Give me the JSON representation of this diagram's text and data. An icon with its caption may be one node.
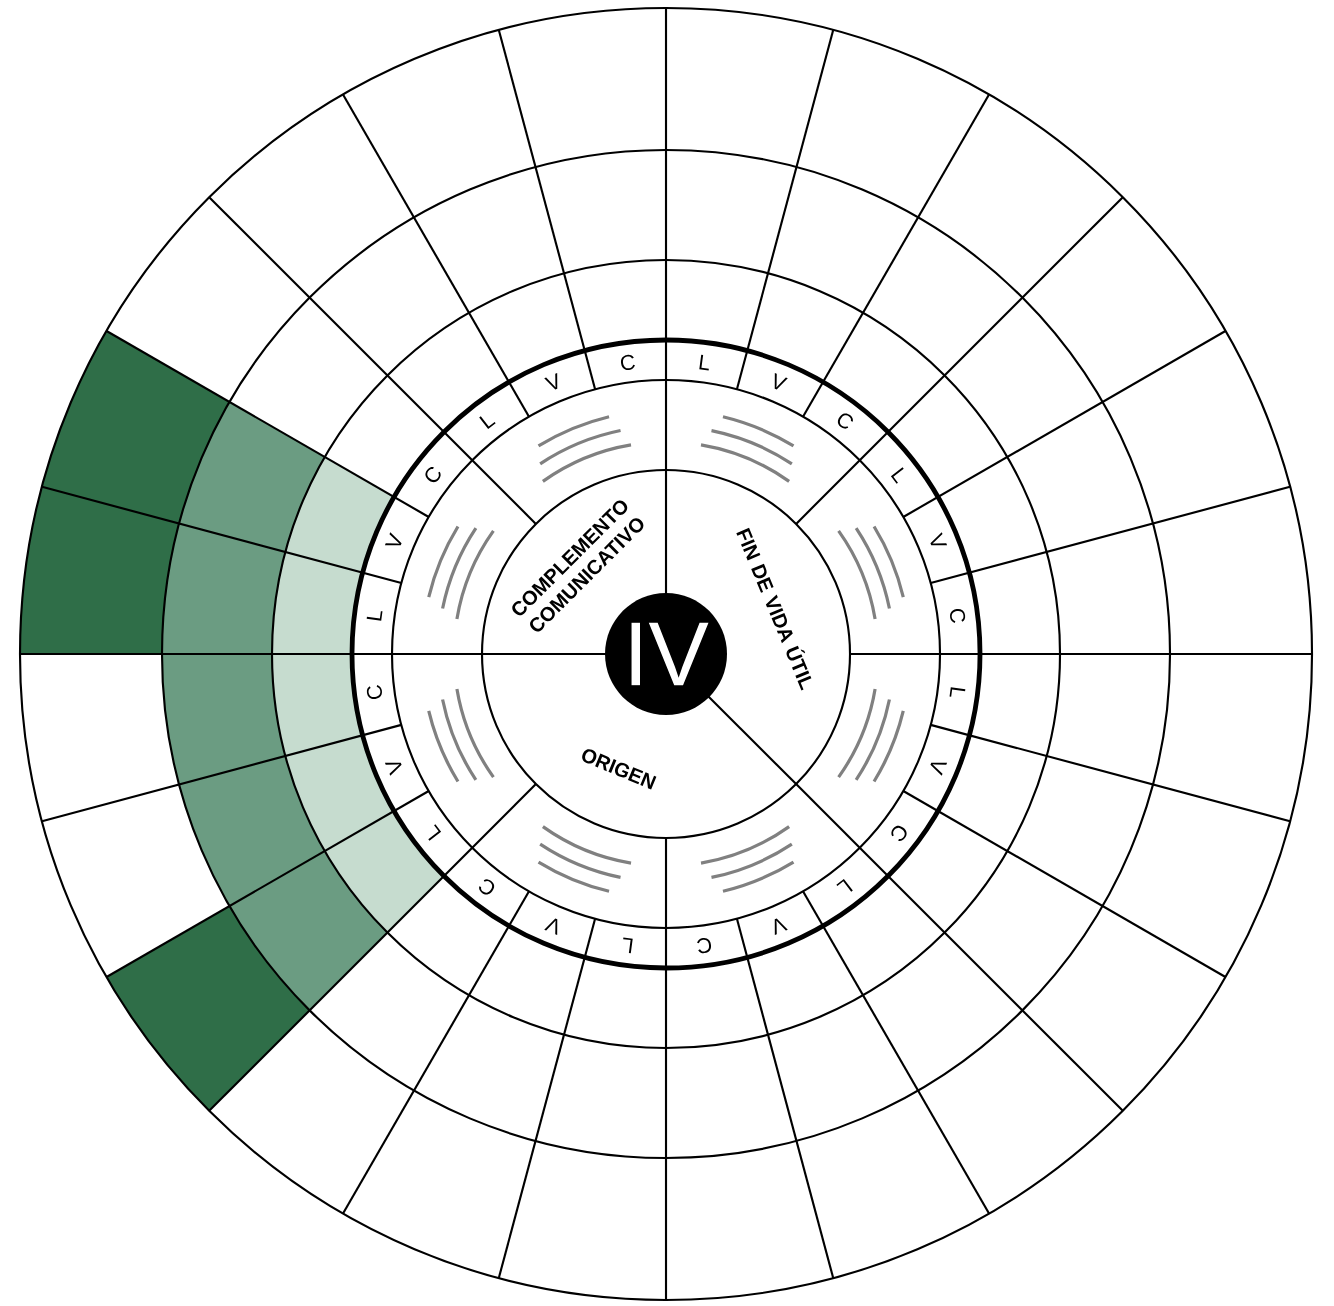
{
  "diagram": {
    "nodes": [
      {
        "text": [
          "IV"
        ]
      },
      {
        "text": [
          "COMPLEMENTO COMUNICATIVO"
        ]
      },
      {
        "text": [
          "FIN DE VIDA ÚTIL"
        ]
      },
      {
        "text": [
          "ORIGEN"
        ]
      }
    ],
    "labels": [
      "L",
      "V",
      "C",
      "L",
      "V",
      "C",
      "L",
      "V",
      "C",
      "L",
      "V",
      "C",
      "L",
      "V",
      "C",
      "L",
      "V",
      "C",
      "L",
      "V",
      "C",
      "L",
      "V",
      "C"
    ]
  }
}
